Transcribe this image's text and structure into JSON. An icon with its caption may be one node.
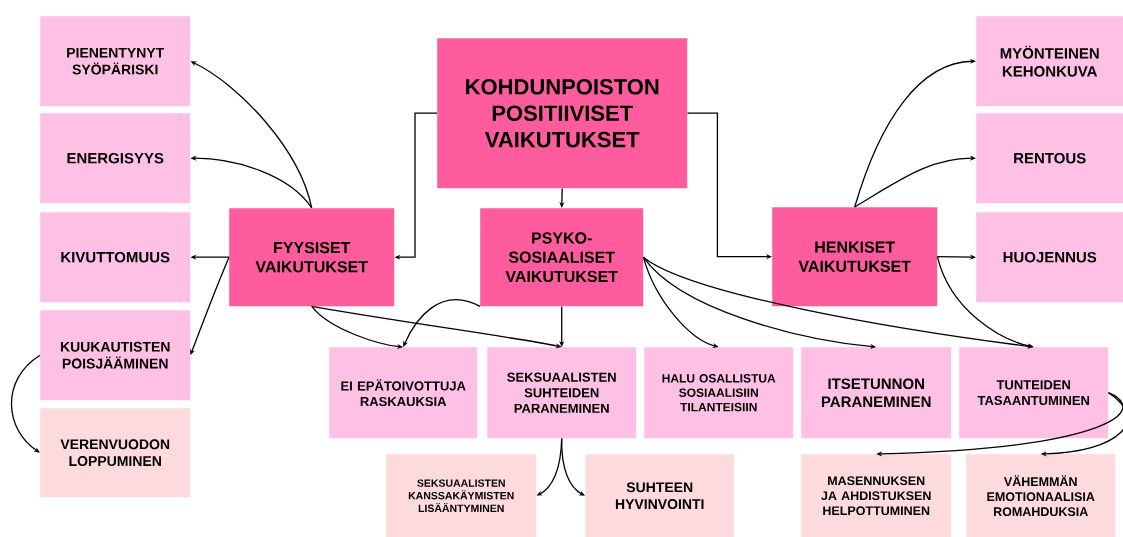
{
  "diagram": {
    "nodes": [
      {
        "text": [
          "KOHDUNPOISTON POSITIIVISET VAIKUTUKSET"
        ]
      },
      {
        "text": [
          "PIENENTYNYT SYÖPÄRISKI"
        ]
      },
      {
        "text": [
          "ENERGISYYS"
        ]
      },
      {
        "text": [
          "KIVUTTOMUUS"
        ]
      },
      {
        "text": [
          "KUUKAUTISTEN POISJÄÄMINEN"
        ]
      },
      {
        "text": [
          "VERENVUODON LOPPUMINEN"
        ]
      },
      {
        "text": [
          "FYYSISET VAIKUTUKSET"
        ]
      },
      {
        "text": [
          "PSYKO-SOSIAALISET VAIKUTUKSET"
        ]
      },
      {
        "text": [
          "HENKISET VAIKUTUKSET"
        ]
      },
      {
        "text": [
          "MYÖNTEINEN KEHONKUVA"
        ]
      },
      {
        "text": [
          "RENTOUS"
        ]
      },
      {
        "text": [
          "HUOJENNUS"
        ]
      },
      {
        "text": [
          "EI EPÄTOIVOTTUJA RASKAUKSIA"
        ]
      },
      {
        "text": [
          "SEKSUAALISTEN SUHTEIDEN PARANEMINEN"
        ]
      },
      {
        "text": [
          "HALU OSALLISTUA SOSIAALISIIN TILANTEISIIN"
        ]
      },
      {
        "text": [
          "ITSETUNNON PARANEMINEN"
        ]
      },
      {
        "text": [
          "TUNTEIDEN TASAANTUMINEN"
        ]
      },
      {
        "text": [
          "SEKSUAALISTEN KANSSAKÄYMISTEN LISÄÄNTYMINEN"
        ]
      },
      {
        "text": [
          "SUHTEEN HYVINVOINTI"
        ]
      },
      {
        "text": [
          "MASENNUKSEN JA AHDISTUKSEN HELPOTTUMINEN"
        ]
      },
      {
        "text": [
          "VÄHEMMÄN EMOTIONAALISIA ROMAHDUKSIA"
        ]
      }
    ],
    "edges": [
      {
        "from": 0,
        "to": 6,
        "arrow": "to"
      },
      {
        "from": 0,
        "to": 7,
        "arrow": "to"
      },
      {
        "from": 0,
        "to": 8,
        "arrow": "to"
      },
      {
        "from": 6,
        "to": 1,
        "arrow": "to"
      },
      {
        "from": 6,
        "to": 2,
        "arrow": "to"
      },
      {
        "from": 6,
        "to": 3,
        "arrow": "to"
      },
      {
        "from": 6,
        "to": 4,
        "arrow": "to"
      },
      {
        "from": 4,
        "to": 5,
        "arrow": "to"
      },
      {
        "from": 6,
        "to": 12,
        "arrow": "to"
      },
      {
        "from": 6,
        "to": 13,
        "arrow": "to"
      },
      {
        "from": 7,
        "to": 12,
        "arrow": "to"
      },
      {
        "from": 7,
        "to": 13,
        "arrow": "to"
      },
      {
        "from": 7,
        "to": 14,
        "arrow": "to"
      },
      {
        "from": 7,
        "to": 15,
        "arrow": "to"
      },
      {
        "from": 7,
        "to": 16,
        "arrow": "to"
      },
      {
        "from": 8,
        "to": 16,
        "arrow": "to"
      },
      {
        "from": 8,
        "to": 9,
        "arrow": "to"
      },
      {
        "from": 8,
        "to": 10,
        "arrow": "to"
      },
      {
        "from": 8,
        "to": 11,
        "arrow": "to"
      },
      {
        "from": 13,
        "to": 17,
        "arrow": "to"
      },
      {
        "from": 13,
        "to": 18,
        "arrow": "to"
      },
      {
        "from": 16,
        "to": 19,
        "arrow": "to"
      },
      {
        "from": 16,
        "to": 20,
        "arrow": "to"
      }
    ]
  }
}
